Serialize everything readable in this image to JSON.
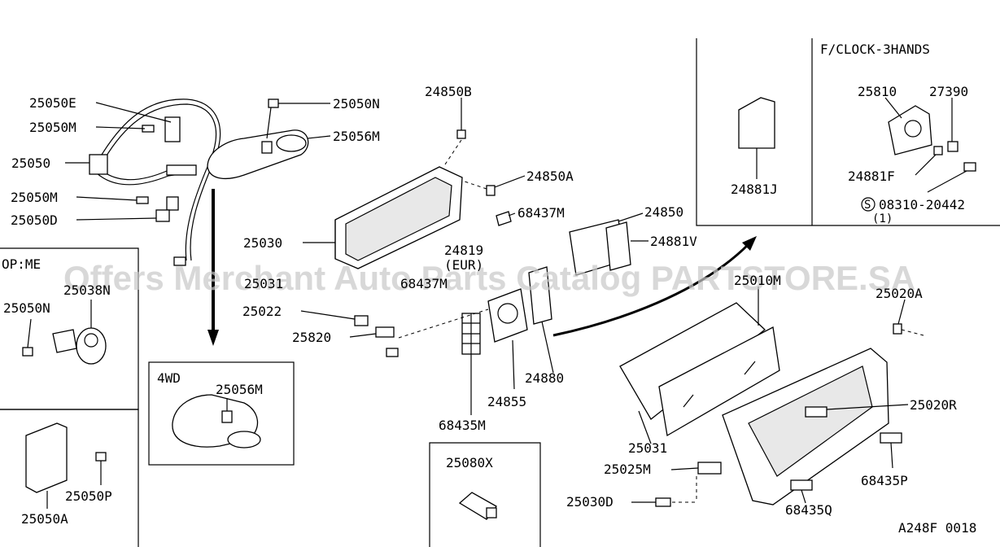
{
  "watermark": "Offers Merchant Auto Parts Catalog PARTSTORE.SA",
  "code": "A248F 0018",
  "boxes": {
    "opme": "OP:ME",
    "wd4": "4WD",
    "clock": "F/CLOCK-3HANDS",
    "part_25080x": "25080X"
  },
  "parts": {
    "p25050E": "25050E",
    "p25050M_a": "25050M",
    "p25050": "25050",
    "p25050M_b": "25050M",
    "p25050D": "25050D",
    "p25050N_top": "25050N",
    "p25056M_top": "25056M",
    "p24850B": "24850B",
    "p24850A": "24850A",
    "p68437M_a": "68437M",
    "p24850": "24850",
    "p24881V": "24881V",
    "p24819": "24819",
    "p24819_note": "(EUR)",
    "p25030": "25030",
    "p2503x": "25031",
    "p68437M_b": "68437M",
    "p25022": "25022",
    "p25820": "25820",
    "p24880": "24880",
    "p24855": "24855",
    "p68435M": "68435M",
    "p25010M": "25010M",
    "p25020A": "25020A",
    "p25020R": "25020R",
    "p25031": "25031",
    "p25025M": "25025M",
    "p25030D": "25030D",
    "p68435P": "68435P",
    "p68435Q": "68435Q",
    "p25050N_opme": "25050N",
    "p25038N": "25038N",
    "p25050P": "25050P",
    "p25050A": "25050A",
    "p25056M_4wd": "25056M",
    "p24881J": "24881J",
    "p25810": "25810",
    "p27390": "27390",
    "p24881F": "24881F",
    "p08310": "08310-20442",
    "p08310_qty": "(1)",
    "p08310_sym": "S"
  }
}
